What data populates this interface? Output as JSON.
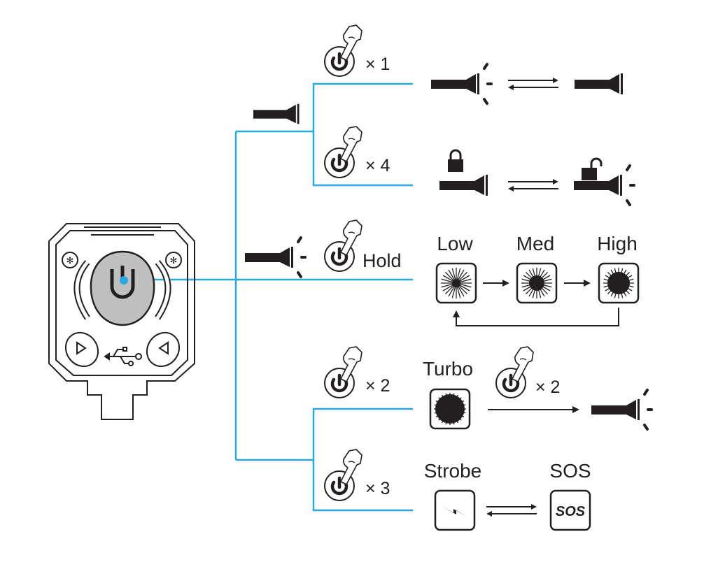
{
  "colors": {
    "line": "#29a8e0",
    "ink": "#231f20",
    "button_fill": "#bfbfbf"
  },
  "device": {
    "name": "flashlight head with side switch",
    "icons": [
      "power-button",
      "usb-icon",
      "screw",
      "screw",
      "arrow-left",
      "arrow-right"
    ]
  },
  "branches": {
    "off_state": {
      "state_icon": "flashlight-off-icon",
      "actions": [
        {
          "icon": "press-button-icon",
          "count_label": "× 1",
          "result": {
            "from": "flashlight-on-icon",
            "relation": "toggle",
            "to": "flashlight-off-icon"
          }
        },
        {
          "icon": "press-button-icon",
          "count_label": "× 4",
          "result": {
            "from": "locked-flashlight-icon",
            "relation": "toggle",
            "to": "unlocked-flashlight-on-icon"
          }
        }
      ]
    },
    "on_state": {
      "state_icon": "flashlight-on-icon",
      "action": {
        "icon": "press-button-icon",
        "label": "Hold"
      },
      "levels": [
        {
          "label": "Low",
          "icon": "brightness-low-icon"
        },
        {
          "label": "Med",
          "icon": "brightness-med-icon"
        },
        {
          "label": "High",
          "icon": "brightness-high-icon"
        }
      ],
      "cycle": "High returns to Low"
    },
    "any_state": {
      "actions": [
        {
          "icon": "press-button-icon",
          "count_label": "× 2",
          "result": {
            "label": "Turbo",
            "icon": "turbo-icon",
            "exit_action": {
              "icon": "press-button-icon",
              "count_label": "× 2"
            },
            "exit_to": "flashlight-on-icon"
          }
        },
        {
          "icon": "press-button-icon",
          "count_label": "× 3",
          "result": {
            "from_label": "Strobe",
            "from_icon": "strobe-icon",
            "relation": "toggle",
            "to_label": "SOS",
            "to_icon": "sos-icon",
            "to_text": "SOS"
          }
        }
      ]
    }
  }
}
